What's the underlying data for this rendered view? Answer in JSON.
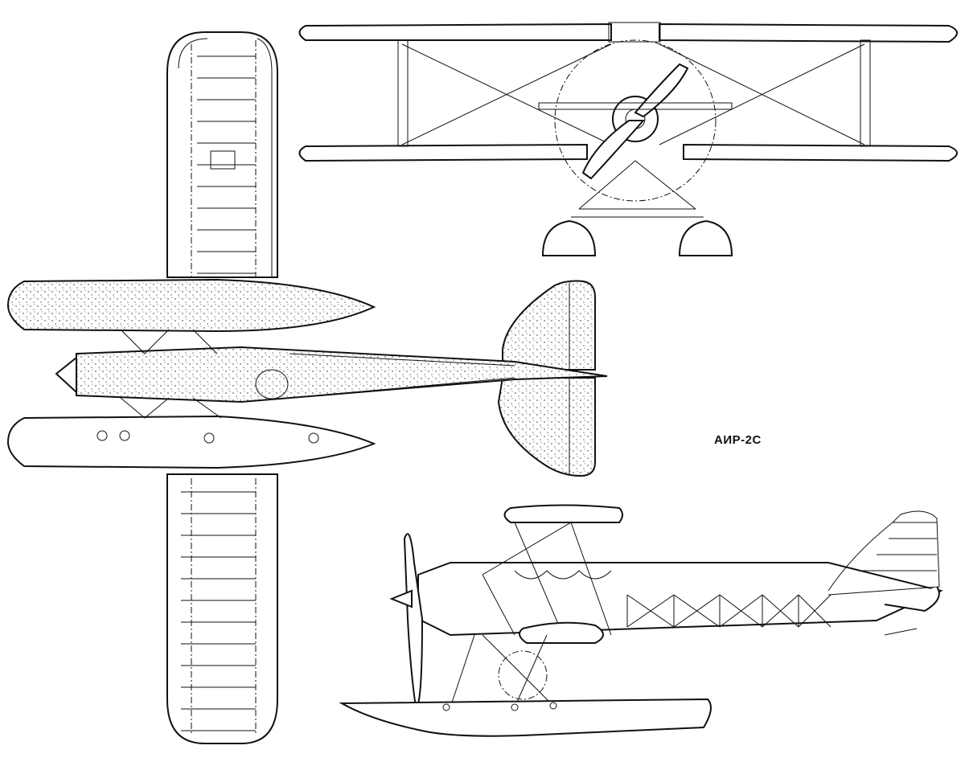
{
  "drawing": {
    "designation": "АИР-2С",
    "views": [
      "top-view",
      "front-view",
      "side-view"
    ]
  }
}
